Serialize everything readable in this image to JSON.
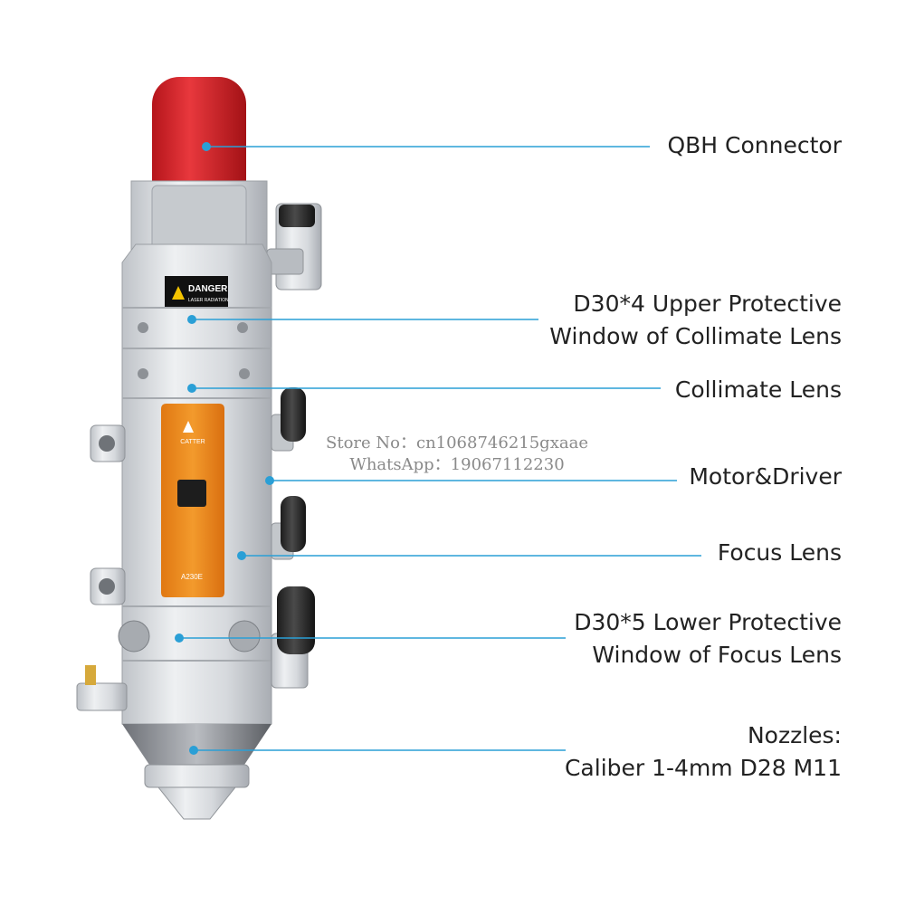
{
  "product": {
    "warning_title": "DANGER",
    "warning_sub": "LASER RADIATION",
    "brand": "CATTER",
    "model": "A230E"
  },
  "colors": {
    "leader_line": "#2a9fd6",
    "cap": "#d9252a",
    "panel": "#f08c1e",
    "body": "#d8dbdf"
  },
  "labels": [
    {
      "id": "qbh-connector",
      "lines": [
        "QBH Connector"
      ]
    },
    {
      "id": "upper-protective-window",
      "lines": [
        "D30*4 Upper Protective",
        "Window of Collimate Lens"
      ]
    },
    {
      "id": "collimate-lens",
      "lines": [
        "Collimate Lens"
      ]
    },
    {
      "id": "motor-driver",
      "lines": [
        "Motor&Driver"
      ]
    },
    {
      "id": "focus-lens",
      "lines": [
        "Focus Lens"
      ]
    },
    {
      "id": "lower-protective-window",
      "lines": [
        "D30*5 Lower Protective",
        "Window of Focus Lens"
      ]
    },
    {
      "id": "nozzles",
      "lines": [
        "Nozzles:",
        "Caliber 1-4mm D28 M11"
      ]
    }
  ],
  "watermark": {
    "store": "Store No：cn1068746215gxaae",
    "whatsapp": "WhatsApp：19067112230"
  }
}
